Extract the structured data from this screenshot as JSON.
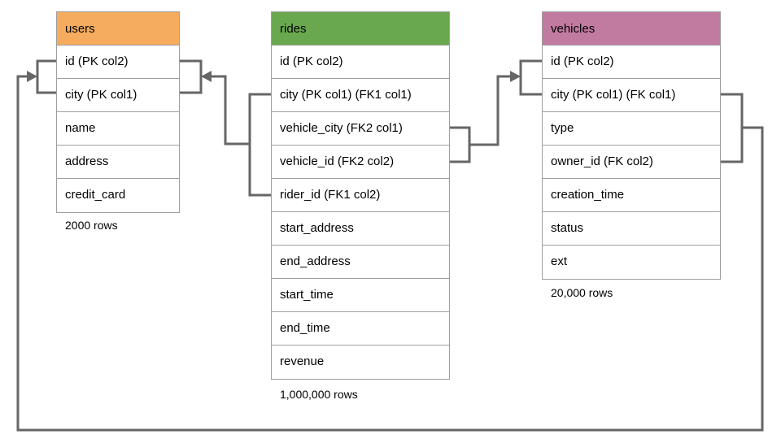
{
  "diagram": {
    "background_color": "#ffffff",
    "connector_color": "#666666",
    "table_border_color": "#9e9e9e",
    "tables": [
      {
        "id": "users",
        "title": "users",
        "header_color": "#f6ac5e",
        "columns": [
          "id (PK col2)",
          "city (PK col1)",
          "name",
          "address",
          "credit_card"
        ],
        "row_count_label": "2000 rows"
      },
      {
        "id": "rides",
        "title": "rides",
        "header_color": "#6aa84f",
        "columns": [
          "id (PK col2)",
          "city (PK col1) (FK1 col1)",
          "vehicle_city (FK2 col1)",
          "vehicle_id (FK2 col2)",
          "rider_id (FK1 col2)",
          "start_address",
          "end_address",
          "start_time",
          "end_time",
          "revenue"
        ],
        "row_count_label": "1,000,000 rows"
      },
      {
        "id": "vehicles",
        "title": "vehicles",
        "header_color": "#c27ba0",
        "columns": [
          "id (PK col2)",
          "city (PK col1) (FK col1)",
          "type",
          "owner_id (FK col2)",
          "creation_time",
          "status",
          "ext"
        ],
        "row_count_label": "20,000 rows"
      }
    ],
    "relationships": [
      {
        "name": "rides-to-users",
        "from": "rides (city, rider_id)",
        "to": "users (city, id)"
      },
      {
        "name": "rides-to-vehicles",
        "from": "rides (vehicle_city, vehicle_id)",
        "to": "vehicles (city, id)"
      },
      {
        "name": "vehicles-to-users",
        "from": "vehicles (city, owner_id)",
        "to": "users (city, id)"
      }
    ]
  }
}
